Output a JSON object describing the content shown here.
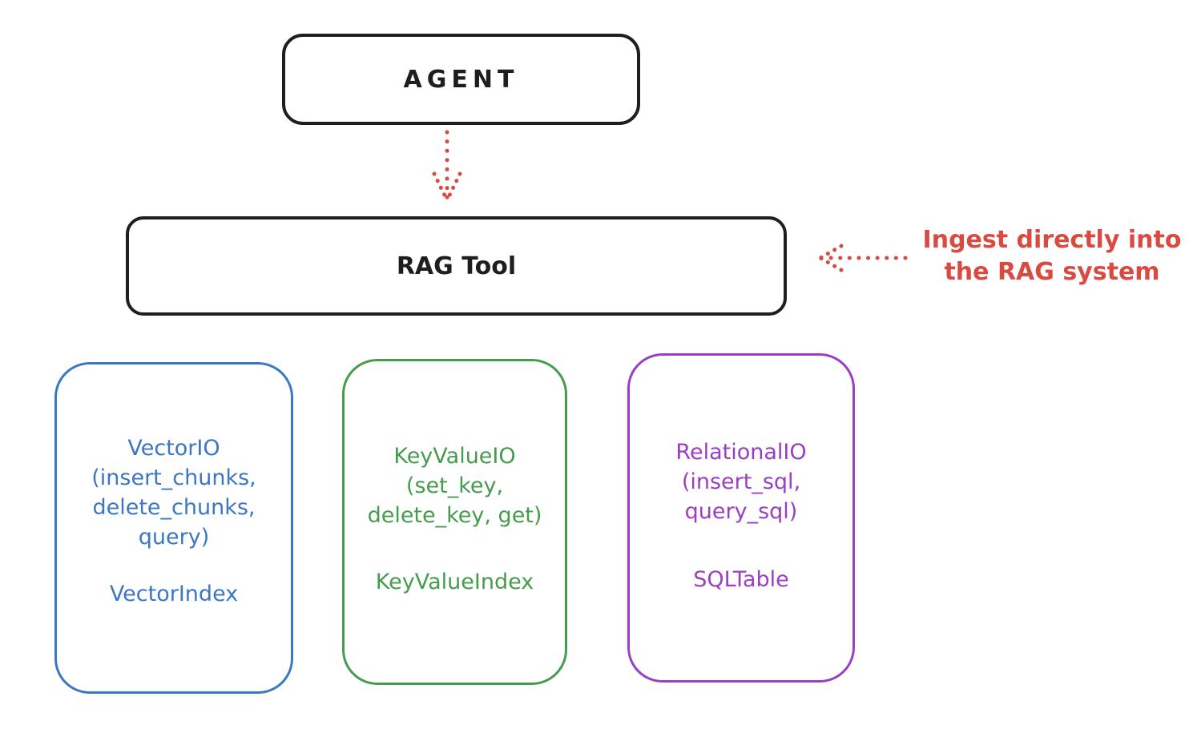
{
  "canvas": {
    "background": "#ffffff"
  },
  "colors": {
    "stroke_black": "#1e1e1e",
    "red": "#d84b42",
    "blue": "#3b77c3",
    "green": "#469c4d",
    "purple": "#9b3ec2"
  },
  "nodes": {
    "agent": {
      "label": "AGENT"
    },
    "rag_tool": {
      "label": "RAG Tool"
    },
    "vector_io": {
      "body": "VectorIO\n(insert_chunks,\ndelete_chunks,\nquery)",
      "index_label": "VectorIndex",
      "color": "#3b77c3"
    },
    "key_value_io": {
      "body": "KeyValueIO\n(set_key,\ndelete_key, get)",
      "index_label": "KeyValueIndex",
      "color": "#469c4d"
    },
    "relational_io": {
      "body": "RelationalIO\n(insert_sql,\nquery_sql)",
      "index_label": "SQLTable",
      "color": "#9b3ec2"
    }
  },
  "annotations": {
    "ingest_note": {
      "text": "Ingest directly into\nthe RAG system",
      "color": "#d84b42"
    }
  },
  "edges": {
    "agent_to_rag_tool": {
      "style": "dotted",
      "direction": "down",
      "color": "#d84b42"
    },
    "ingest_note_to_rag_tool": {
      "style": "dotted",
      "direction": "left",
      "color": "#d84b42"
    }
  }
}
